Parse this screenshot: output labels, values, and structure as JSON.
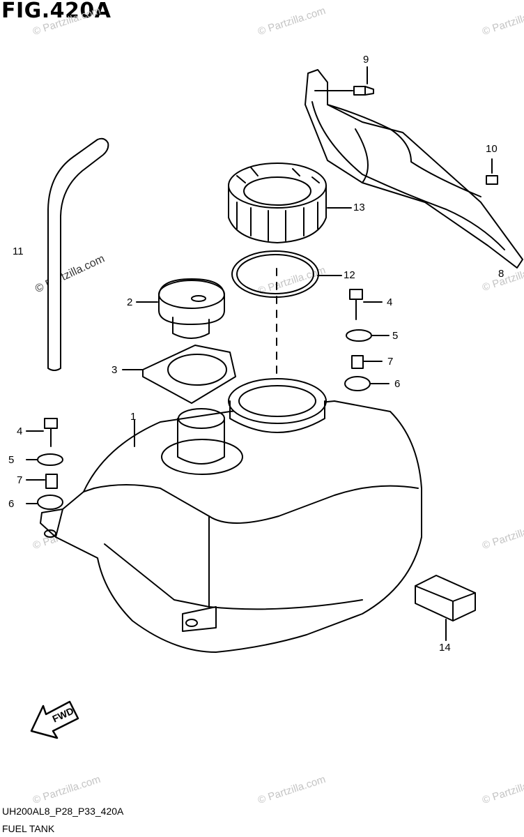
{
  "figure": {
    "title": "FIG.420A"
  },
  "footer": {
    "code": "UH200AL8_P28_P33_420A",
    "caption": "FUEL TANK"
  },
  "watermark": {
    "text": "© Partzilla.com"
  },
  "fwd_label": "FWD",
  "callouts": {
    "c1": "1",
    "c2": "2",
    "c3": "3",
    "c4a": "4",
    "c4b": "4",
    "c5a": "5",
    "c5b": "5",
    "c6a": "6",
    "c6b": "6",
    "c7a": "7",
    "c7b": "7",
    "c8": "8",
    "c9": "9",
    "c10": "10",
    "c11": "11",
    "c12": "12",
    "c13": "13",
    "c14": "14"
  }
}
